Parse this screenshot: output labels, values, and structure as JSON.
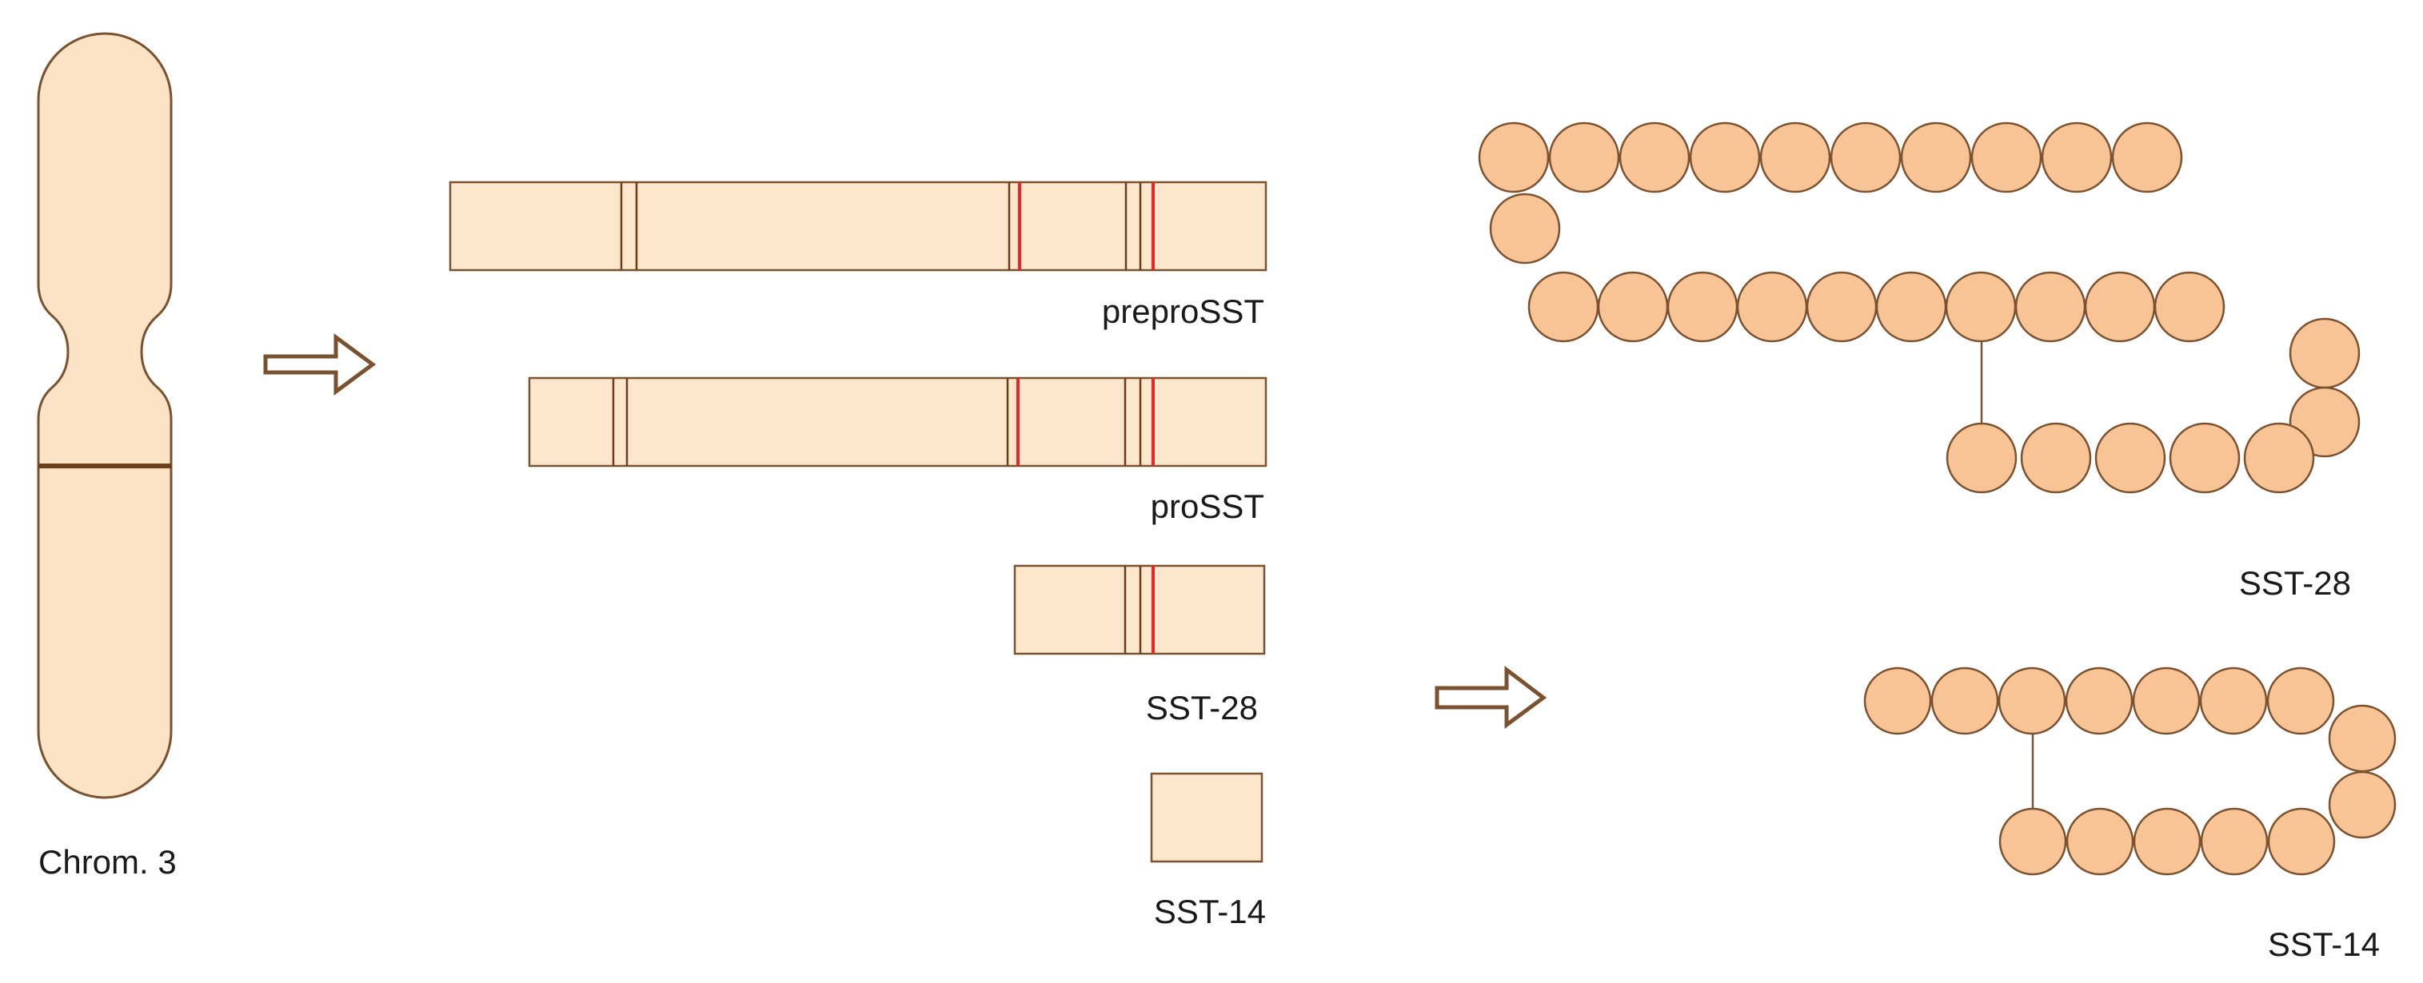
{
  "colors": {
    "chromosome_fill": "#fce3c5",
    "precursor_fill": "#fde7cc",
    "outline": "#7a5230",
    "band": "#6b3f1c",
    "cleavage_mark": "#e8262a",
    "residue_fill": "#f8c395",
    "residue_outline": "#7a5230",
    "arrow": "#7a5230",
    "text": "#1a1a1a"
  },
  "chromosome": {
    "label": "Chrom. 3"
  },
  "precursors": [
    {
      "id": "preprosst",
      "label": "preproSST"
    },
    {
      "id": "prosst",
      "label": "proSST"
    },
    {
      "id": "sst28-bar",
      "label": "SST-28"
    },
    {
      "id": "sst14-bar",
      "label": "SST-14"
    }
  ],
  "peptides": [
    {
      "id": "sst28-chain",
      "label": "SST-28",
      "residue_count": 28
    },
    {
      "id": "sst14-chain",
      "label": "SST-14",
      "residue_count": 14
    }
  ],
  "arrows": [
    {
      "id": "gene-to-precursor",
      "icon": "hollow-arrow-right"
    },
    {
      "id": "precursor-to-peptide",
      "icon": "hollow-arrow-right"
    }
  ]
}
